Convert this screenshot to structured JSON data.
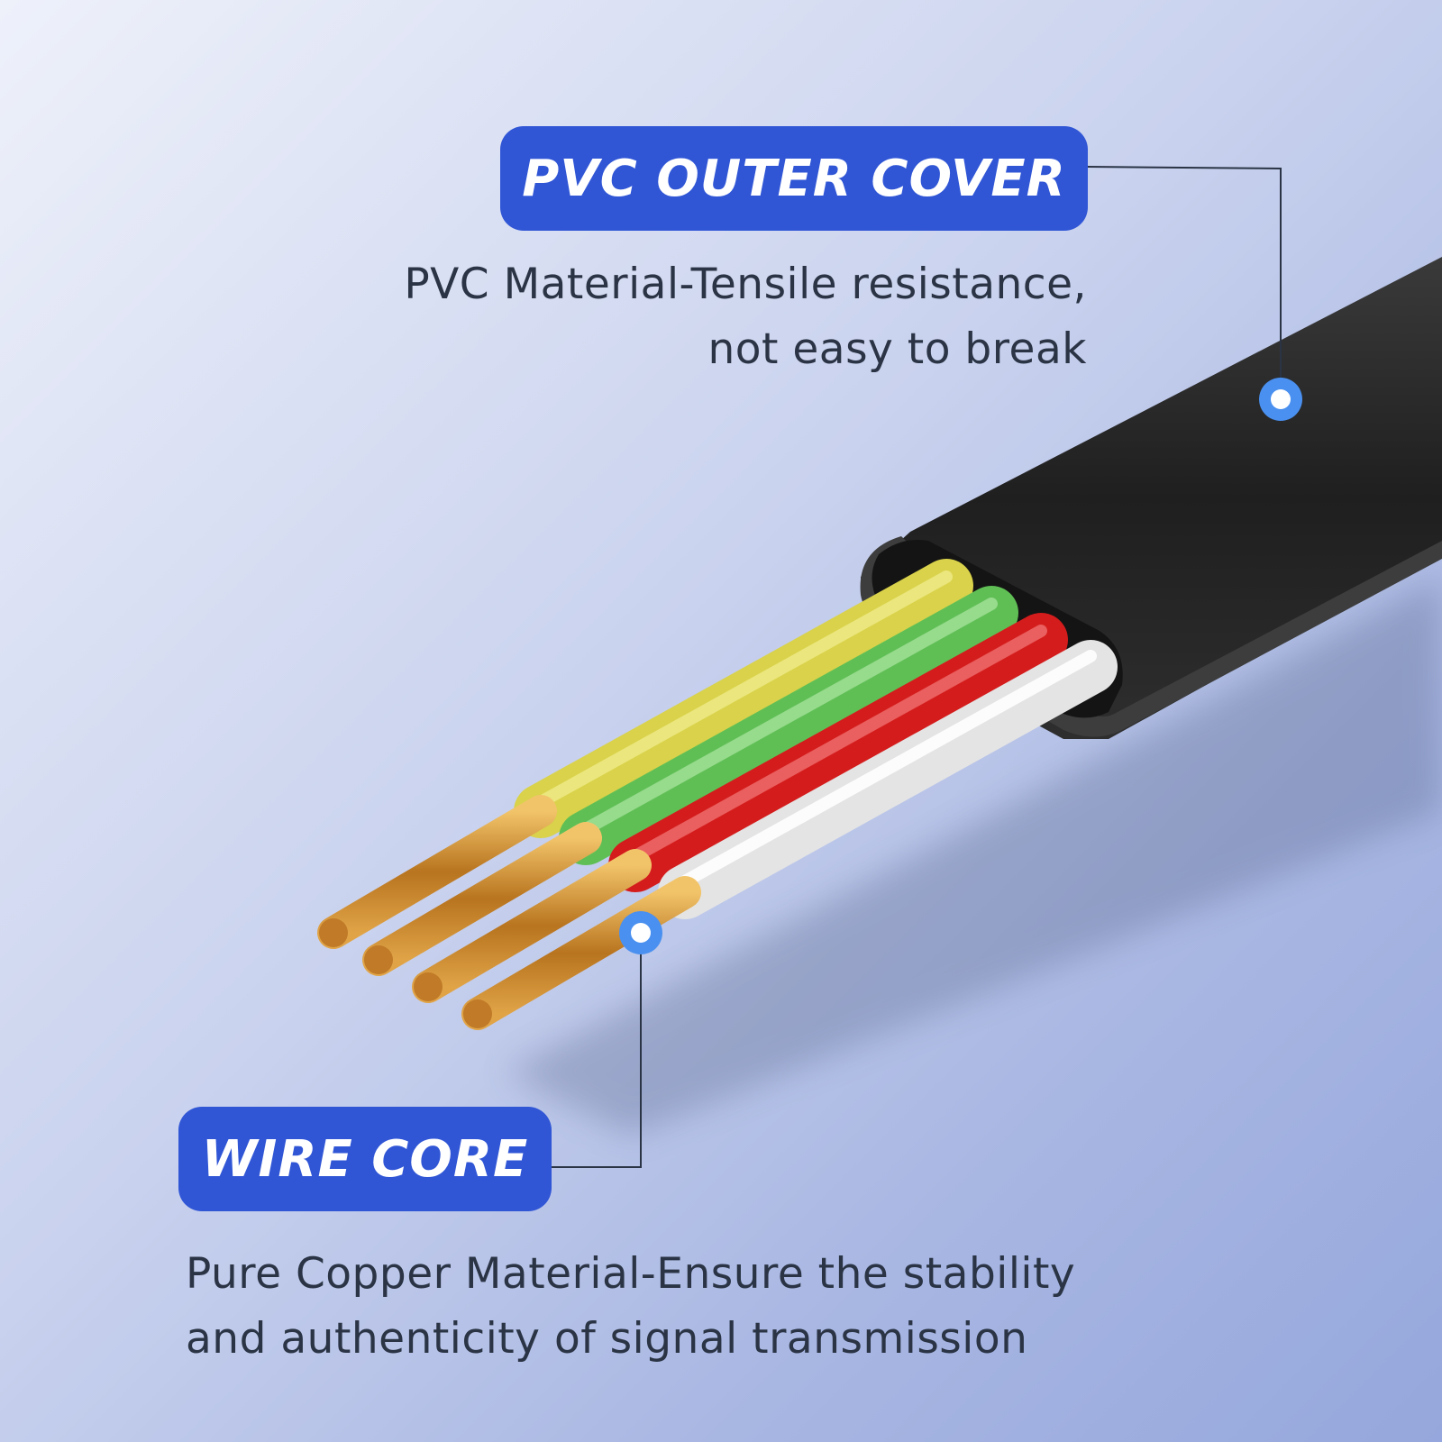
{
  "callouts": {
    "outer_cover": {
      "title": "PVC OUTER COVER",
      "line1": "PVC Material-Tensile resistance,",
      "line2": "not easy to break"
    },
    "wire_core": {
      "title": "WIRE CORE",
      "line1": "Pure Copper Material-Ensure the stability",
      "line2": "and authenticity of signal transmission"
    }
  },
  "colors": {
    "pill": "#3056d6",
    "marker": "#4a90f0",
    "jacket": "#2b2b2b",
    "wire_colors": [
      "yellow",
      "green",
      "red",
      "white"
    ],
    "copper": "#c98a2e"
  }
}
